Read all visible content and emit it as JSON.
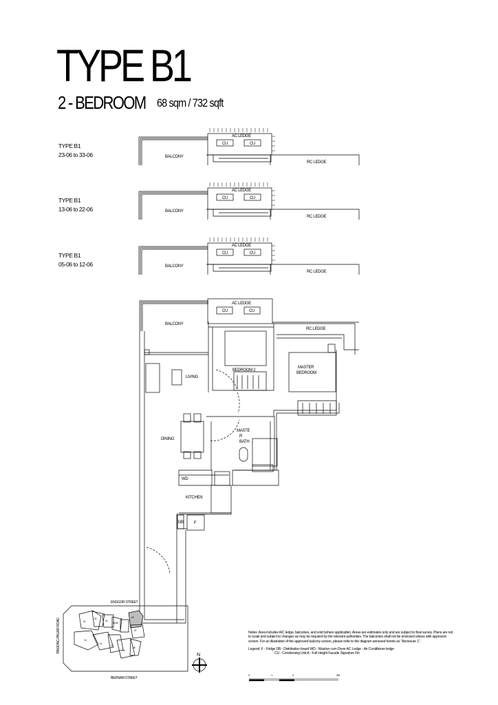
{
  "header": {
    "title": "TYPE B1",
    "subtitle": "2 - BEDROOM",
    "area": "68 sqm / 732 sqft"
  },
  "key_plans": [
    {
      "type": "TYPE B1",
      "range": "23-06 to 33-06"
    },
    {
      "type": "TYPE B1",
      "range": "13-06 to 22-06"
    },
    {
      "type": "TYPE B1",
      "range": "05-06 to 12-06"
    }
  ],
  "rooms": {
    "ac_ledge": "AC LEDGE",
    "cu": "CU",
    "balcony": "BALCONY",
    "rc_ledge": "RC LEDGE",
    "living": "LIVING",
    "bedroom2": "BEDROOM 2",
    "master_bedroom_1": "MASTER",
    "master_bedroom_2": "BEDROOM",
    "dining": "DINING",
    "master_bath_1": "MASTE",
    "master_bath_2": "R",
    "master_bath_3": "BATH",
    "wd": "WD",
    "kitchen": "KITCHEN",
    "db": "DB",
    "f": "F"
  },
  "site_plan": {
    "street_top": "ENGGOR STREET",
    "street_bottom": "BERNAM STREET",
    "road_left": "TANJONG PAGAR ROAD",
    "blocks": [
      "01",
      "02",
      "03",
      "04-05",
      "06",
      "07",
      "08",
      "09",
      "10",
      "11",
      "12"
    ],
    "highlighted_block": "06",
    "highlight_color": "#bdbdbd",
    "north": "N"
  },
  "notes": {
    "text": "Notes: Area includes A/C ledge, balconies, and void (where applicable). Areas are estimates only and are subject to final survey. Plans are not to scale and subject to changes as may be required by the relevant authorities. The balconies shall not be enclosed unless with approved screen. For an illustration of the approved balcony screen, please refer to the diagram annexed hereto as \"Annexure 1\".",
    "legend_1": "Legend: F - Fridge DB - Distribution board WD - Washer cum Dryer AC Ledge - Air Conditioner ledge",
    "legend_2": "CU - Condensing Unit A - Full Height Facade Signature Fin"
  },
  "scale_bar": {
    "labels": [
      "0",
      "1",
      "2",
      "4M"
    ]
  }
}
